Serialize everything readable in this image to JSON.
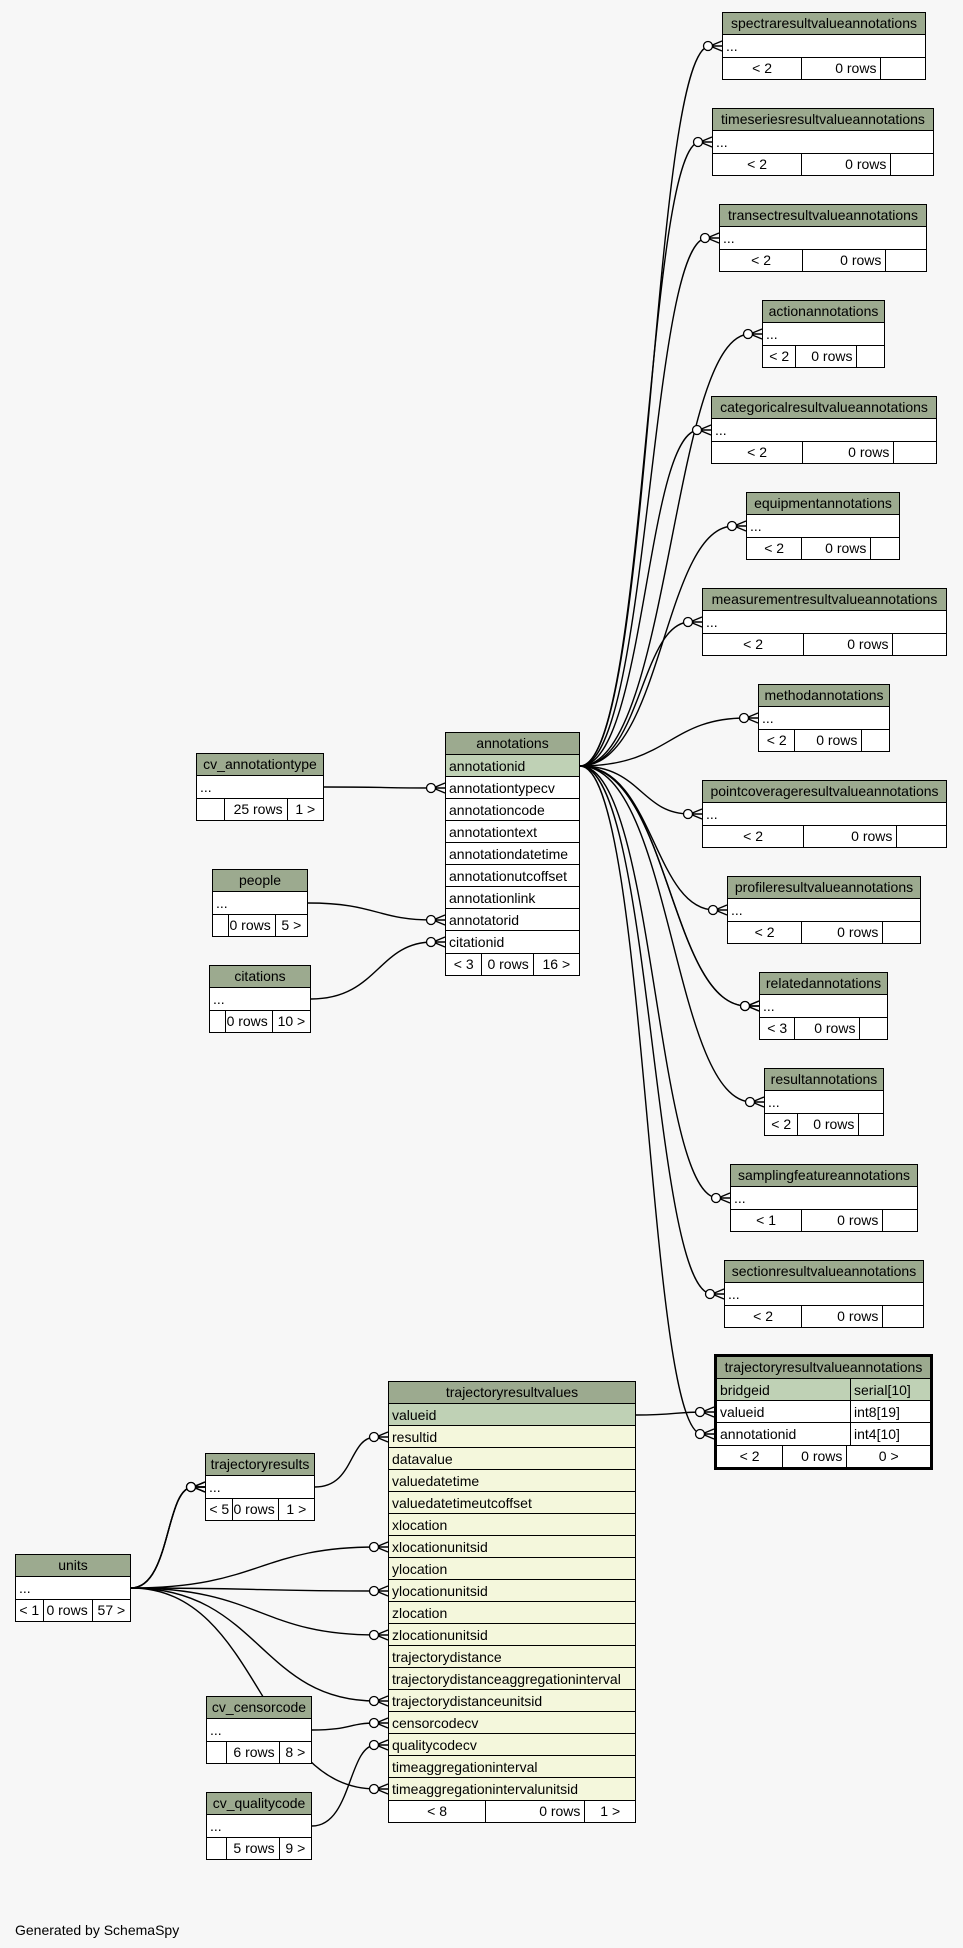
{
  "footer": "Generated by SchemaSpy",
  "tables": {
    "spectra": {
      "name": "spectraresultvalueannotations",
      "cols": [
        "..."
      ],
      "children": "< 2",
      "rows": "0 rows",
      "parents": ""
    },
    "timeseries": {
      "name": "timeseriesresultvalueannotations",
      "cols": [
        "..."
      ],
      "children": "< 2",
      "rows": "0 rows",
      "parents": ""
    },
    "transect": {
      "name": "transectresultvalueannotations",
      "cols": [
        "..."
      ],
      "children": "< 2",
      "rows": "0 rows",
      "parents": ""
    },
    "action": {
      "name": "actionannotations",
      "cols": [
        "..."
      ],
      "children": "< 2",
      "rows": "0 rows",
      "parents": ""
    },
    "categorical": {
      "name": "categoricalresultvalueannotations",
      "cols": [
        "..."
      ],
      "children": "< 2",
      "rows": "0 rows",
      "parents": ""
    },
    "equipment": {
      "name": "equipmentannotations",
      "cols": [
        "..."
      ],
      "children": "< 2",
      "rows": "0 rows",
      "parents": ""
    },
    "measurement": {
      "name": "measurementresultvalueannotations",
      "cols": [
        "..."
      ],
      "children": "< 2",
      "rows": "0 rows",
      "parents": ""
    },
    "method": {
      "name": "methodannotations",
      "cols": [
        "..."
      ],
      "children": "< 2",
      "rows": "0 rows",
      "parents": ""
    },
    "pointcoverage": {
      "name": "pointcoverageresultvalueannotations",
      "cols": [
        "..."
      ],
      "children": "< 2",
      "rows": "0 rows",
      "parents": ""
    },
    "profile": {
      "name": "profileresultvalueannotations",
      "cols": [
        "..."
      ],
      "children": "< 2",
      "rows": "0 rows",
      "parents": ""
    },
    "related": {
      "name": "relatedannotations",
      "cols": [
        "..."
      ],
      "children": "< 3",
      "rows": "0 rows",
      "parents": ""
    },
    "result": {
      "name": "resultannotations",
      "cols": [
        "..."
      ],
      "children": "< 2",
      "rows": "0 rows",
      "parents": ""
    },
    "samplingfeature": {
      "name": "samplingfeatureannotations",
      "cols": [
        "..."
      ],
      "children": "< 1",
      "rows": "0 rows",
      "parents": ""
    },
    "section": {
      "name": "sectionresultvalueannotations",
      "cols": [
        "..."
      ],
      "children": "< 2",
      "rows": "0 rows",
      "parents": ""
    },
    "annotations": {
      "name": "annotations",
      "cols": [
        "annotationid",
        "annotationtypecv",
        "annotationcode",
        "annotationtext",
        "annotationdatetime",
        "annotationutcoffset",
        "annotationlink",
        "annotatorid",
        "citationid"
      ],
      "children": "< 3",
      "rows": "0 rows",
      "parents": "16 >"
    },
    "cv_annotationtype": {
      "name": "cv_annotationtype",
      "cols": [
        "..."
      ],
      "children": "",
      "rows": "25 rows",
      "parents": "1 >"
    },
    "people": {
      "name": "people",
      "cols": [
        "..."
      ],
      "children": "",
      "rows": "0 rows",
      "parents": "5 >"
    },
    "citations": {
      "name": "citations",
      "cols": [
        "..."
      ],
      "children": "",
      "rows": "0 rows",
      "parents": "10 >"
    },
    "trajvalannot": {
      "name": "trajectoryresultvalueannotations",
      "cols": [
        [
          "bridgeid",
          "serial[10]"
        ],
        [
          "valueid",
          "int8[19]"
        ],
        [
          "annotationid",
          "int4[10]"
        ]
      ],
      "children": "< 2",
      "rows": "0 rows",
      "parents": "0 >"
    },
    "trajvalues": {
      "name": "trajectoryresultvalues",
      "cols": [
        "valueid",
        "resultid",
        "datavalue",
        "valuedatetime",
        "valuedatetimeutcoffset",
        "xlocation",
        "xlocationunitsid",
        "ylocation",
        "ylocationunitsid",
        "zlocation",
        "zlocationunitsid",
        "trajectorydistance",
        "trajectorydistanceaggregationinterval",
        "trajectorydistanceunitsid",
        "censorcodecv",
        "qualitycodecv",
        "timeaggregationinterval",
        "timeaggregationintervalunitsid"
      ],
      "children": "< 8",
      "rows": "0 rows",
      "parents": "1 >"
    },
    "trajresults": {
      "name": "trajectoryresults",
      "cols": [
        "..."
      ],
      "children": "< 5",
      "rows": "0 rows",
      "parents": "1 >"
    },
    "units": {
      "name": "units",
      "cols": [
        "..."
      ],
      "children": "< 1",
      "rows": "0 rows",
      "parents": "57 >"
    },
    "cv_censorcode": {
      "name": "cv_censorcode",
      "cols": [
        "..."
      ],
      "children": "",
      "rows": "6 rows",
      "parents": "8 >"
    },
    "cv_qualitycode": {
      "name": "cv_qualitycode",
      "cols": [
        "..."
      ],
      "children": "",
      "rows": "5 rows",
      "parents": "9 >"
    }
  }
}
